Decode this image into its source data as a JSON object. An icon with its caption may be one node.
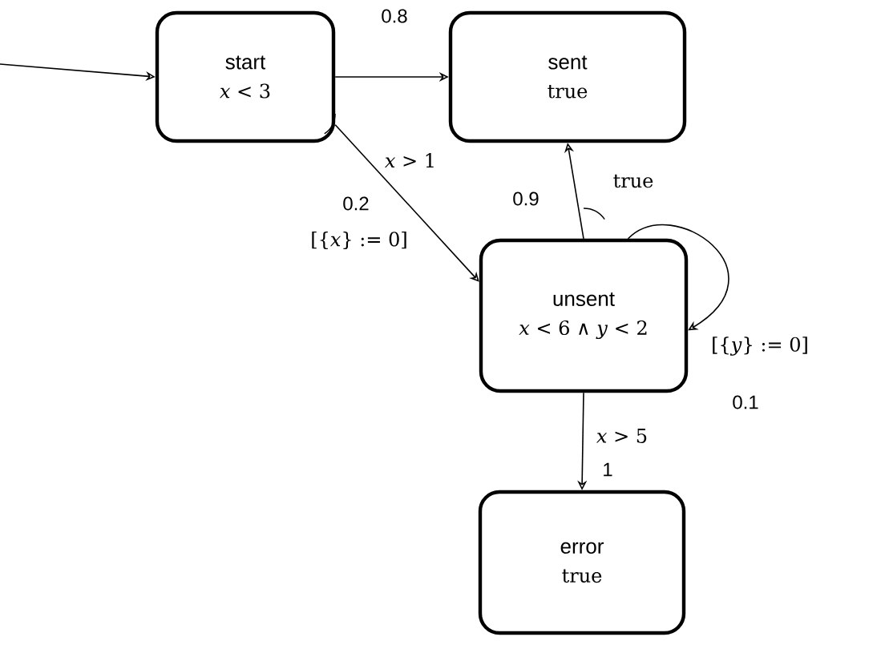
{
  "diagram": {
    "nodes": [
      {
        "text": [
          "start",
          "*x* < 3"
        ]
      },
      {
        "text": [
          "sent",
          "true"
        ]
      },
      {
        "text": [
          "unsent",
          "*x* < 6 ∧ *y* < 2"
        ]
      },
      {
        "text": [
          "error",
          "true"
        ]
      }
    ],
    "edges": [
      {
        "from": null,
        "to": 0,
        "arrow": "to"
      },
      {
        "from": 0,
        "to": 1,
        "arrow": "to",
        "label": "0.8"
      },
      {
        "from": 0,
        "to": 2,
        "arrow": "to",
        "label": "0.2"
      },
      {
        "from": 2,
        "to": 1,
        "arrow": "to",
        "label": "0.9"
      },
      {
        "from": 2,
        "to": 2,
        "arrow": "to",
        "label": "0.1"
      },
      {
        "from": 2,
        "to": 3,
        "arrow": "to",
        "label": "1"
      }
    ],
    "labels": [
      "*x* > 1",
      "[{*x*} := 0]",
      "true",
      "[{*y*} := 0]",
      "*x* > 5"
    ]
  }
}
